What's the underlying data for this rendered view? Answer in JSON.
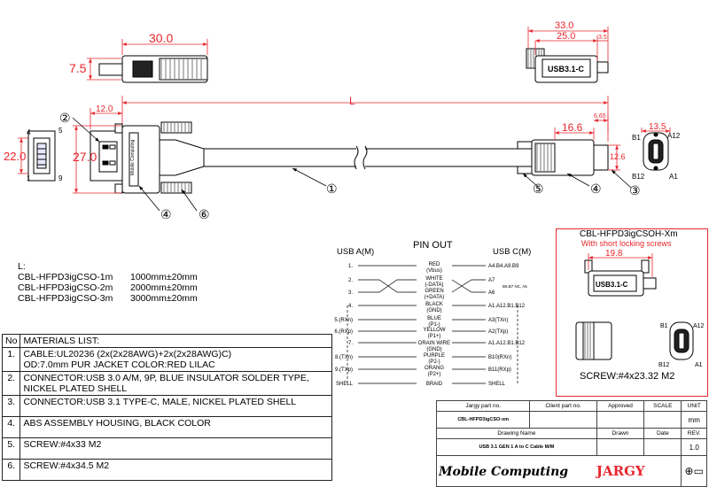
{
  "dims": {
    "length_30": "30.0",
    "d7_5": "7.5",
    "d33": "33.0",
    "d25": "25.0",
    "d35": "3.5",
    "L": "L",
    "d12": "12.0",
    "d22": "22.0",
    "d27": "27.0",
    "d16_6": "16.6",
    "d6_65": "6.65",
    "d13_5": "13.5",
    "d12_6": "12.6",
    "d19_8": "19.8"
  },
  "balloons": [
    "①",
    "②",
    "④",
    "⑤",
    "⑥",
    "③"
  ],
  "connector_labels": {
    "usb_c_logo": "USB3.1-C",
    "pins_a": [
      "4",
      "5",
      "1",
      "9"
    ],
    "pins_c": [
      "B1",
      "A12",
      "B12",
      "A1"
    ]
  },
  "lengths": {
    "heading": "L:",
    "rows": [
      {
        "part": "CBL-HFPD3igCSO-1m",
        "len": "1000mm±20mm"
      },
      {
        "part": "CBL-HFPD3igCSO-2m",
        "len": "2000mm±20mm"
      },
      {
        "part": "CBL-HFPD3igCSO-3m",
        "len": "3000mm±20mm"
      }
    ]
  },
  "pinout": {
    "title": "PIN OUT",
    "left_head": "USB A(M)",
    "right_head": "USB C(M)",
    "rows": [
      {
        "a": "1.",
        "sig": "RED",
        "sub": "(Vbus)",
        "c": "A4.B4.A9.B9"
      },
      {
        "a": "2.",
        "sig": "WHITE",
        "sub": "(-DATA)",
        "c": "A7"
      },
      {
        "a": "3.",
        "sig": "GREEN",
        "sub": "(+DATA)",
        "c": "A6"
      },
      {
        "a": "4.",
        "sig": "BLACK",
        "sub": "(GND)",
        "c": "A1.A12.B1.B12"
      },
      {
        "a": "5.(RXn)",
        "sig": "BLUE",
        "sub": "(P1-)",
        "c": "A3(TXn)"
      },
      {
        "a": "6.(RXp)",
        "sig": "YELLOW",
        "sub": "(P1+)",
        "c": "A2(TXp)"
      },
      {
        "a": "7.",
        "sig": "DRAIN WIRE",
        "sub": "(GND)",
        "c": "A1.A12.B1.B12"
      },
      {
        "a": "8.(TXn)",
        "sig": "PURPLE",
        "sub": "(P2-)",
        "c": "B10(RXn)"
      },
      {
        "a": "9.(TXp)",
        "sig": "ORANG",
        "sub": "(P2+)",
        "c": "B11(RXp)"
      },
      {
        "a": "SHELL",
        "sig": "BRAID",
        "sub": "",
        "c": "SHELL"
      }
    ],
    "side_note": "B6.B7 NC, A5"
  },
  "screw_variant": {
    "part": "CBL-HFPD3igCSOH-Xm",
    "note": "With short locking screws",
    "screw": "SCREW:#4x23.32 M2"
  },
  "materials": {
    "header_no": "No",
    "header": "MATERIALS LIST:",
    "items": [
      {
        "no": "1.",
        "text": "CABLE:UL20236 (2x(2x28AWG)+2x(2x28AWG)C)",
        "text2": "OD:7.0mm  PUR JACKET COLOR:RED LILAC"
      },
      {
        "no": "2.",
        "text": "CONNECTOR:USB 3.0 A/M, 9P, BLUE INSULATOR SOLDER TYPE,",
        "text2": "NICKEL PLATED SHELL"
      },
      {
        "no": "3.",
        "text": "CONNECTOR:USB 3.1 TYPE-C, MALE, NICKEL PLATED SHELL",
        "text2": ""
      },
      {
        "no": "4.",
        "text": "ABS ASSEMBLY HOUSING, BLACK COLOR",
        "text2": ""
      },
      {
        "no": "5.",
        "text": "SCREW:#4x33 M2",
        "text2": ""
      },
      {
        "no": "6.",
        "text": "SCREW:#4x34.5 M2",
        "text2": ""
      }
    ]
  },
  "title_block": {
    "jargy_part_label": "Jargy part no.",
    "client_part_label": "Client part no.",
    "approved_label": "Approved",
    "scale_label": "SCALE",
    "unit_label": "UNIT",
    "jargy_part": "CBL-HFPD3igCSO-xm",
    "unit": "mm",
    "drawing_name_label": "Drawing Name",
    "drawn_label": "Drawn",
    "date_label": "Date",
    "rev_label": "REV.",
    "drawing_name": "USB 3.1 GEN 1 A to C Cable M/M",
    "rev": "1.0",
    "brand1": "Mobile Computing",
    "brand2": "JARGY"
  }
}
